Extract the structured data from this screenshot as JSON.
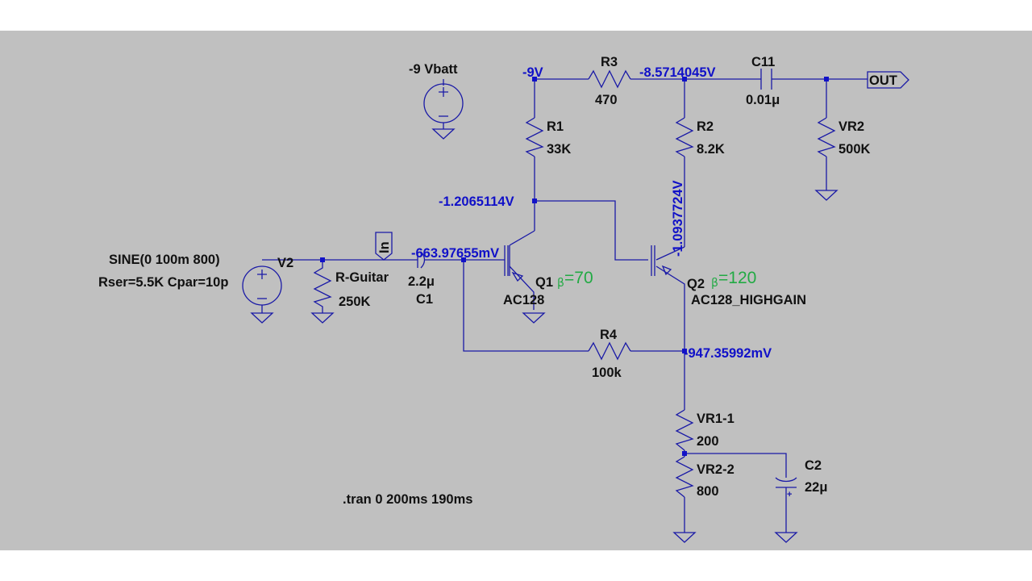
{
  "colors": {
    "background": "#c0c0c0",
    "wire": "#1a1aa6",
    "voltage_text": "#1010c8",
    "label_text": "#111111",
    "beta_text": "#22aa44"
  },
  "directive": ".tran 0 200ms 190ms",
  "sources": {
    "vbatt": {
      "label": "-9 Vbatt"
    },
    "v2": {
      "name": "V2",
      "line1": "SINE(0 100m 800)",
      "line2": "Rser=5.5K Cpar=10p"
    }
  },
  "components": {
    "r3": {
      "name": "R3",
      "value": "470"
    },
    "c11": {
      "name": "C11",
      "value": "0.01μ"
    },
    "r1": {
      "name": "R1",
      "value": "33K"
    },
    "r2": {
      "name": "R2",
      "value": "8.2K"
    },
    "vr2": {
      "name": "VR2",
      "value": "500K"
    },
    "rguitar": {
      "name": "R-Guitar",
      "value": "250K"
    },
    "c1": {
      "name": "C1",
      "value": "2.2μ"
    },
    "q1": {
      "name": "Q1",
      "model": "AC128",
      "beta": "=70"
    },
    "q2": {
      "name": "Q2",
      "model": "AC128_HIGHGAIN",
      "beta": "=120"
    },
    "r4": {
      "name": "R4",
      "value": "100k"
    },
    "vr1_1": {
      "name": "VR1-1",
      "value": "200"
    },
    "vr2_2": {
      "name": "VR2-2",
      "value": "800"
    },
    "c2": {
      "name": "C2",
      "value": "22μ"
    }
  },
  "beta_symbol": "β",
  "labels": {
    "out": "OUT",
    "in": "In"
  },
  "voltages": {
    "supply": "-9V",
    "after_r3": "-8.5714045V",
    "q1_collector": "-1.2065114V",
    "q2_collector": "-1.0937724V",
    "q1_base": "-663.97655mV",
    "q2_emitter": "-947.35992mV"
  }
}
